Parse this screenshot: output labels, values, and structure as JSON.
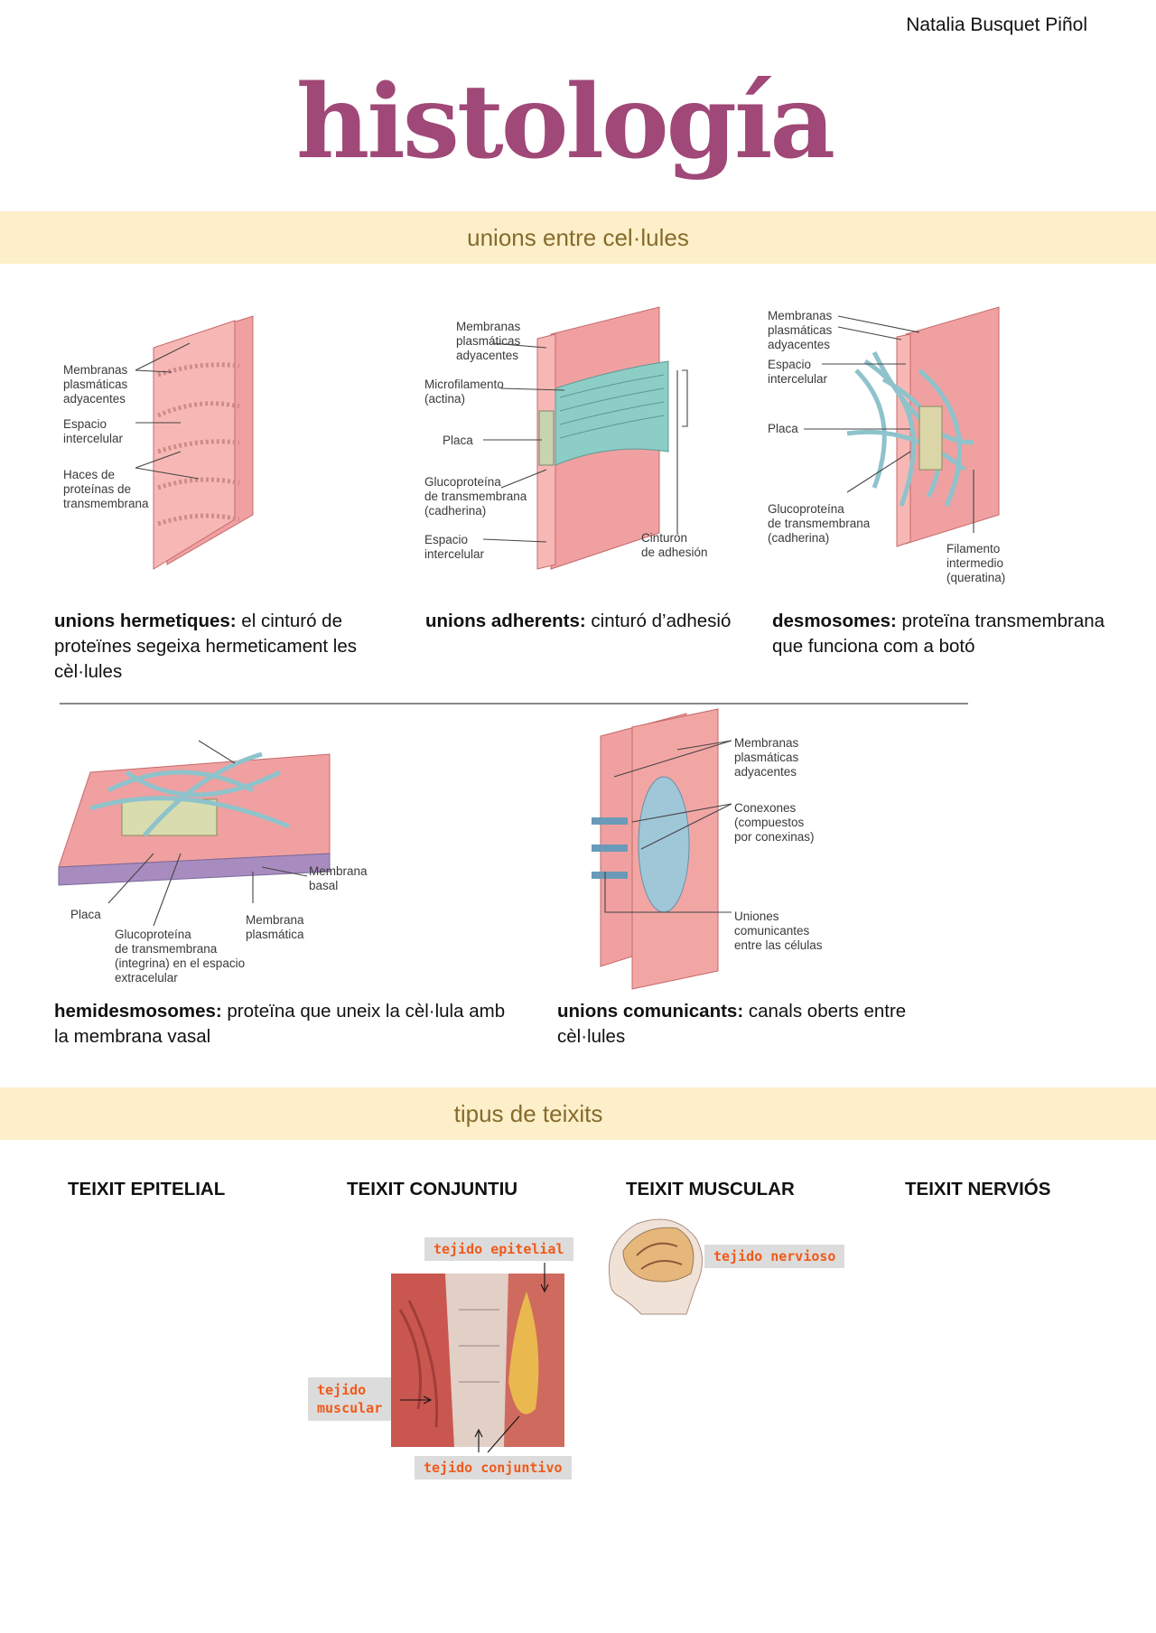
{
  "header": {
    "author": "Natalia Busquet Piñol",
    "title": "histología"
  },
  "section1": {
    "title": "unions entre cel·lules"
  },
  "section2": {
    "title": "tipus de teixits"
  },
  "junctions": [
    {
      "term": "unions hermetiques:",
      "desc": " el cinturó de proteïnes segeixa hermeticament les cèl·lules",
      "labels": [
        "Membranas\nplasmáticas\nadyacentes",
        "Espacio\nintercelular",
        "Haces de\nproteínas de\ntransmembrana"
      ]
    },
    {
      "term": "unions adherents:",
      "desc": " cinturó d’adhesió",
      "labels": [
        "Membranas\nplasmáticas\nadyacentes",
        "Microfilamento\n(actina)",
        "Placa",
        "Glucoproteína\nde transmembrana\n(cadherina)",
        "Espacio\nintercelular",
        "Cinturón\nde adhesión"
      ]
    },
    {
      "term": "desmosomes:",
      "desc": " proteïna transmembrana que funciona com a botó",
      "labels": [
        "Membranas\nplasmáticas\nadyacentes",
        "Espacio\nintercelular",
        "Placa",
        "Glucoproteína\nde transmembrana\n(cadherina)",
        "Filamento\nintermedio (queratina)"
      ]
    },
    {
      "term": "hemidesmosomes:",
      "desc": " proteïna que uneix la cèl·lula amb la membrana vasal",
      "labels": [
        "Membrana\nbasal",
        "Placa",
        "Membrana\nplasmática",
        "Glucoproteína\nde transmembrana\n(integrina) en el espacio\nextracelular"
      ]
    },
    {
      "term": "unions comunicants:",
      "desc": " canals oberts entre cèl·lules",
      "labels": [
        "Membranas\nplasmáticas\nadyacentes",
        "Conexones\n(compuestos\npor conexinas)",
        "Uniones\ncomunicantes\nentre las células"
      ]
    }
  ],
  "tissues": [
    "TEIXIT EPITELIAL",
    "TEIXIT CONJUNTIU",
    "TEIXIT MUSCULAR",
    "TEIXIT NERVIÓS"
  ],
  "tags": {
    "epitelial": "tejido epitelial",
    "muscular": "tejido\nmuscular",
    "conjuntivo": "tejido conjuntivo",
    "nervioso": "tejido nervioso"
  },
  "colors": {
    "title": "#a04877",
    "band": "#fcefc9",
    "band_text": "#856b2c",
    "tag_text": "#f05a1a",
    "tissue_pink": "#ef8f8f",
    "filament": "#8ec3cc"
  }
}
